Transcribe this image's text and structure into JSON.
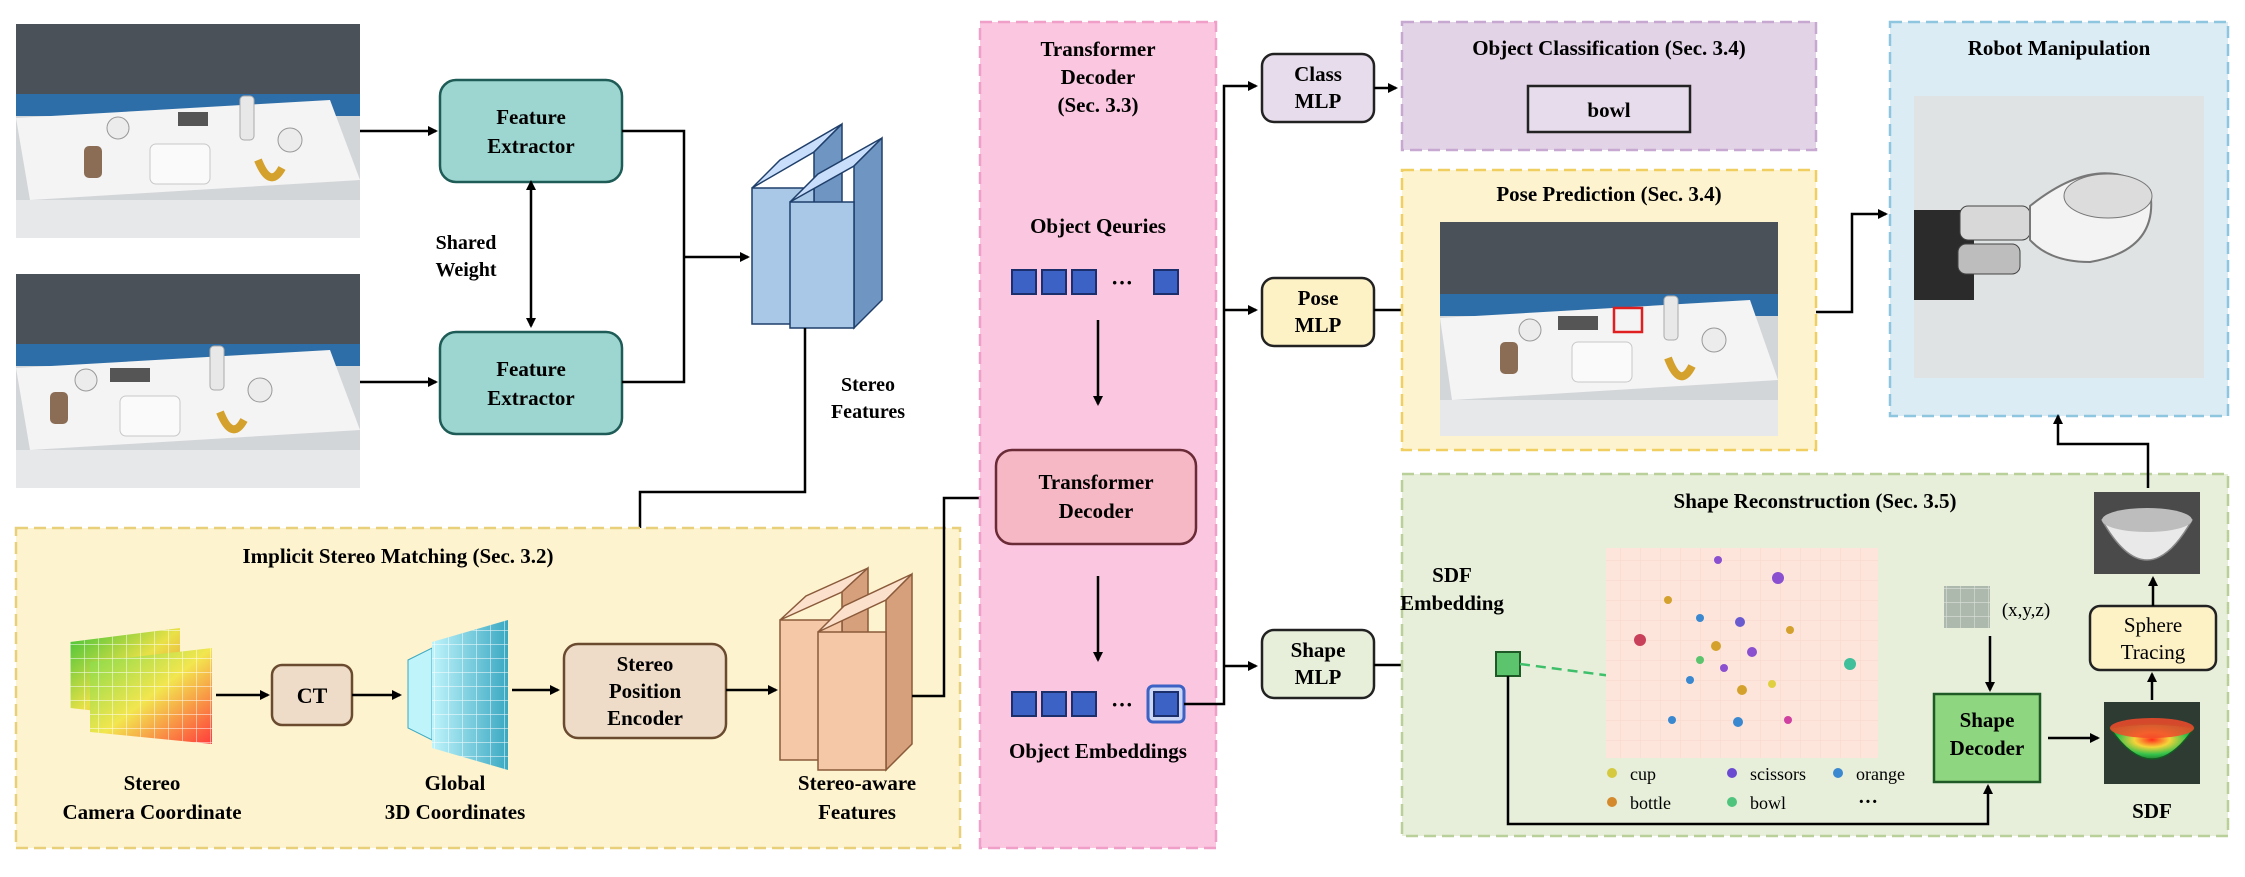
{
  "colors": {
    "teal": "#9dd6d0",
    "teal_stroke": "#1f5c57",
    "pink_panel": "#fbc6e0",
    "pink_box": "#f5b8c4",
    "purple_panel": "#e2d3e6",
    "purple_box": "#e7dceb",
    "yellow_panel": "#fdf3cf",
    "yellow_box": "#fdf1c6",
    "green_panel": "#e7efdb",
    "green_box": "#8ed67f",
    "blue_panel": "#dcecf4",
    "query_blue": "#3b62c4",
    "tan_box": "#eedcc9",
    "peach": "#f5c8a8",
    "stereo_blue": "#a9c8e8"
  },
  "labels": {
    "feature_extractor_1": [
      "Feature",
      "Extractor"
    ],
    "feature_extractor_2": [
      "Feature",
      "Extractor"
    ],
    "shared_weight": [
      "Shared",
      "Weight"
    ],
    "stereo_features": [
      "Stereo",
      "Features"
    ],
    "implicit_title": "Implicit Stereo Matching (Sec. 3.2)",
    "ct": "CT",
    "stereo_cam": [
      "Stereo",
      "Camera Coordinate"
    ],
    "global_3d": [
      "Global",
      "3D Coordinates"
    ],
    "stereo_pos_enc": [
      "Stereo",
      "Position",
      "Encoder"
    ],
    "stereo_aware": [
      "Stereo-aware",
      "Features"
    ],
    "transformer_panel_title": [
      "Transformer",
      "Decoder",
      "(Sec. 3.3)"
    ],
    "object_queries": "Object Qeuries",
    "transformer_decoder": [
      "Transformer",
      "Decoder"
    ],
    "object_embeddings": "Object Embeddings",
    "dots": "···",
    "class_mlp": [
      "Class",
      "MLP"
    ],
    "pose_mlp": [
      "Pose",
      "MLP"
    ],
    "shape_mlp": [
      "Shape",
      "MLP"
    ],
    "obj_class_title": "Object Classification (Sec. 3.4)",
    "bowl_label": "bowl",
    "pose_title": "Pose Prediction (Sec. 3.4)",
    "robot_title": "Robot Manipulation",
    "shape_title": "Shape Reconstruction  (Sec. 3.5)",
    "sdf_embedding": [
      "SDF",
      "Embedding"
    ],
    "xyz": "(x,y,z)",
    "sphere_tracing": [
      "Sphere",
      "Tracing"
    ],
    "shape_decoder": [
      "Shape",
      "Decoder"
    ],
    "sdf": "SDF",
    "legend": [
      "cup",
      "scissors",
      "orange",
      "bottle",
      "bowl",
      "···"
    ]
  }
}
